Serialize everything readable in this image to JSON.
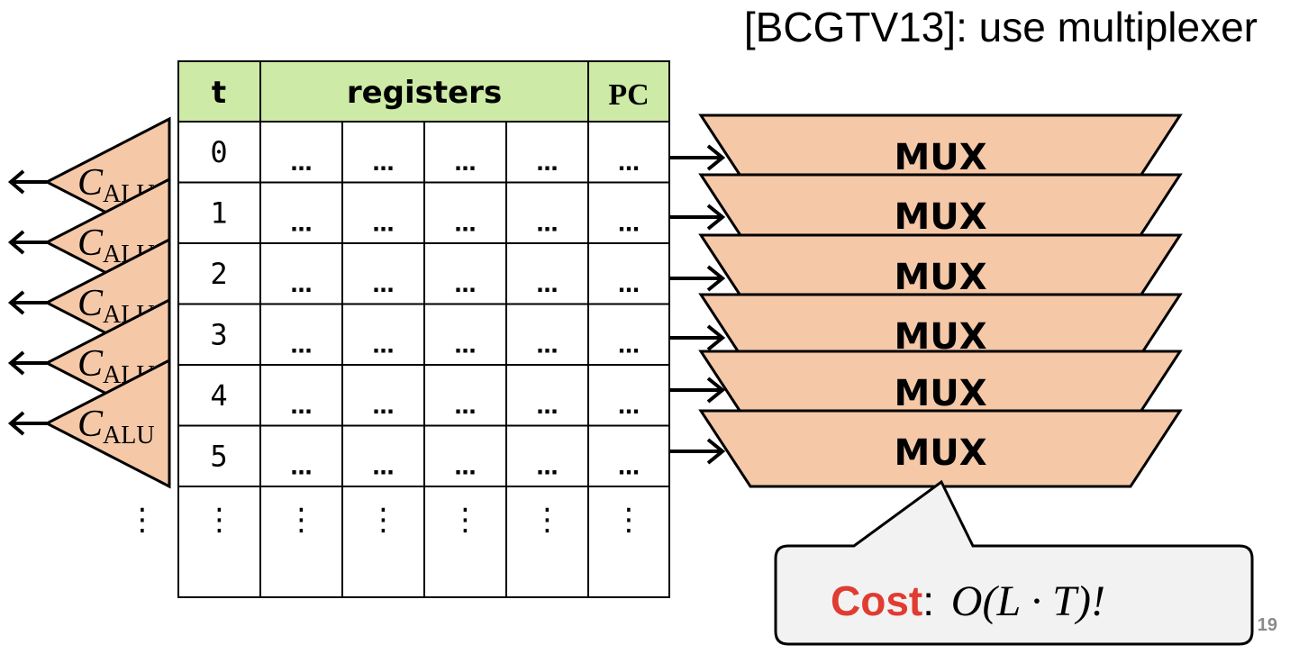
{
  "title": "[BCGTV13]: use multiplexer",
  "table": {
    "headers": {
      "t": "t",
      "registers": "registers",
      "pc": "PC"
    },
    "rows": [
      {
        "t": "0",
        "cells": [
          "…",
          "…",
          "…",
          "…",
          "…"
        ]
      },
      {
        "t": "1",
        "cells": [
          "…",
          "…",
          "…",
          "…",
          "…"
        ]
      },
      {
        "t": "2",
        "cells": [
          "…",
          "…",
          "…",
          "…",
          "…"
        ]
      },
      {
        "t": "3",
        "cells": [
          "…",
          "…",
          "…",
          "…",
          "…"
        ]
      },
      {
        "t": "4",
        "cells": [
          "…",
          "…",
          "…",
          "…",
          "…"
        ]
      },
      {
        "t": "5",
        "cells": [
          "…",
          "…",
          "…",
          "…",
          "…"
        ]
      }
    ],
    "continuation": "⋮"
  },
  "alu_blocks": [
    {
      "main": "C",
      "sub": "ALU"
    },
    {
      "main": "C",
      "sub": "ALU"
    },
    {
      "main": "C",
      "sub": "ALU"
    },
    {
      "main": "C",
      "sub": "ALU"
    },
    {
      "main": "C",
      "sub": "ALU"
    }
  ],
  "mux_blocks": [
    {
      "label": "MUX"
    },
    {
      "label": "MUX"
    },
    {
      "label": "MUX"
    },
    {
      "label": "MUX"
    },
    {
      "label": "MUX"
    },
    {
      "label": "MUX"
    }
  ],
  "callout": {
    "cost_word": "Cost",
    "colon": ": ",
    "formula": "O(L · T)!"
  },
  "page_number": "19",
  "colors": {
    "header_green": "#cdeaa6",
    "block_fill": "#f5c8a8",
    "callout_fill": "#f2f2f2",
    "cost_red": "#e03c31"
  }
}
